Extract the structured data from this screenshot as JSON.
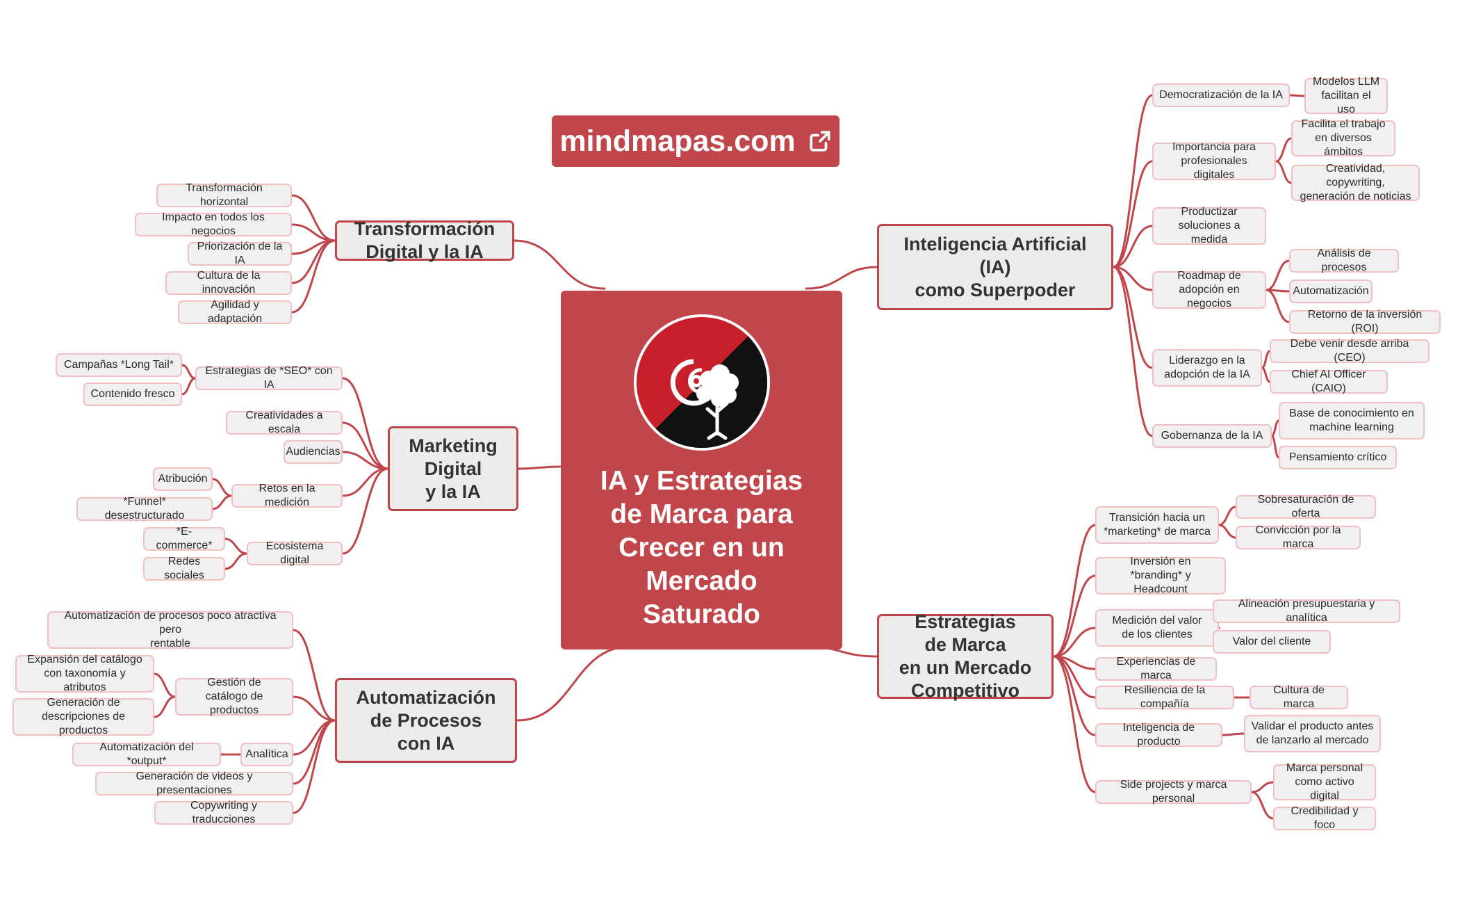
{
  "banner": {
    "text": "mindmapas.com",
    "icon": "external-link-icon"
  },
  "center": {
    "title": "IA y Estrategias\nde Marca para\nCrecer en un\nMercado\nSaturado",
    "logo": "brain-tree-logo"
  },
  "branches": {
    "transformacion": {
      "title": "Transformación\nDigital y la IA",
      "items": [
        "Transformación horizontal",
        "Impacto en todos los negocios",
        "Priorización de la IA",
        "Cultura de la innovación",
        "Agilidad y adaptación"
      ]
    },
    "marketing": {
      "title": "Marketing\nDigital\ny la IA",
      "items": [
        {
          "label": "Estrategias de *SEO* con IA",
          "children": [
            "Campañas *Long Tail*",
            "Contenido fresco"
          ]
        },
        {
          "label": "Creatividades a escala"
        },
        {
          "label": "Audiencias"
        },
        {
          "label": "Retos en la medición",
          "children": [
            "Atribución",
            "*Funnel* desestructurado"
          ]
        },
        {
          "label": "Ecosistema digital",
          "children": [
            "*E-commerce*",
            "Redes sociales"
          ]
        }
      ]
    },
    "automatizacion": {
      "title": "Automatización\nde Procesos\ncon IA",
      "items": [
        {
          "label": "Automatización de procesos poco atractiva pero\nrentable"
        },
        {
          "label": "Gestión de\ncatálogo de productos",
          "children": [
            "Expansión del catálogo\ncon taxonomía y atributos",
            "Generación de\ndescripciones de productos"
          ]
        },
        {
          "label": "Analítica",
          "children": [
            "Automatización del *output*"
          ]
        },
        {
          "label": "Generación de videos y presentaciones"
        },
        {
          "label": "Copywriting y traducciones"
        }
      ]
    },
    "ia": {
      "title": "Inteligencia Artificial\n(IA)\ncomo Superpoder",
      "items": [
        {
          "label": "Democratización de la IA",
          "children": [
            "Modelos LLM\nfacilitan el uso"
          ]
        },
        {
          "label": "Importancia para\nprofesionales digitales",
          "children": [
            "Facilita el trabajo\nen diversos ámbitos",
            "Creatividad, copywriting,\ngeneración de noticias"
          ]
        },
        {
          "label": "Productizar\nsoluciones a medida"
        },
        {
          "label": "Roadmap de\nadopción en negocios",
          "children": [
            "Análisis de procesos",
            "Automatización",
            "Retorno de la inversión (ROI)"
          ]
        },
        {
          "label": "Liderazgo en la\nadopción de la IA",
          "children": [
            "Debe venir desde arriba (CEO)",
            "Chief AI Officer (CAIO)"
          ]
        },
        {
          "label": "Gobernanza de la IA",
          "children": [
            "Base de conocimiento en\nmachine learning",
            "Pensamiento crítico"
          ]
        }
      ]
    },
    "estrategias": {
      "title": "Estrategias\nde Marca\nen un Mercado\nCompetitivo",
      "items": [
        {
          "label": "Transición hacia un\n*marketing* de marca",
          "children": [
            "Sobresaturación de oferta",
            "Convicción por la marca"
          ]
        },
        {
          "label": "Inversión en\n*branding* y Headcount"
        },
        {
          "label": "Medición del valor\nde los clientes",
          "children": [
            "Alineación presupuestaria y analítica",
            "Valor del cliente"
          ]
        },
        {
          "label": "Experiencias de marca"
        },
        {
          "label": "Resiliencia de la compañía",
          "children": [
            "Cultura de marca"
          ]
        },
        {
          "label": "Inteligencia de producto",
          "children": [
            "Validar el producto antes\nde lanzarlo al mercado"
          ]
        },
        {
          "label": "Side projects y marca personal",
          "children": [
            "Marca personal\ncomo activo digital",
            "Credibilidad y foco"
          ]
        }
      ]
    }
  }
}
